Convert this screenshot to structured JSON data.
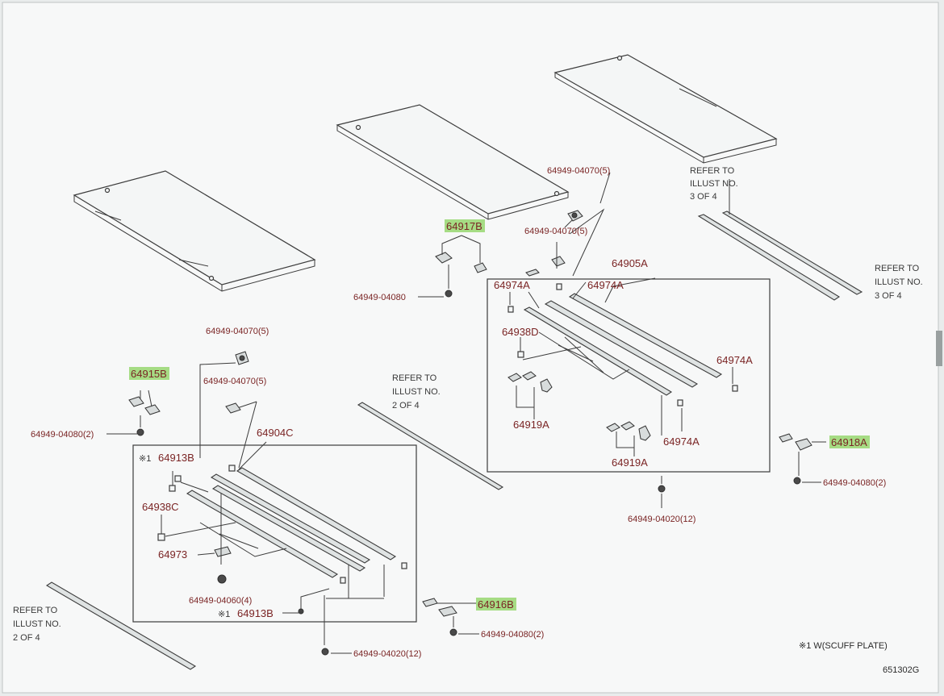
{
  "parts": {
    "bolt_top_right": "64949-04070(5)",
    "bolt_top_right_2": "64949-04070(5)",
    "clip_64917B": "64917B",
    "screw_top_mid": "64949-04080",
    "asm_64905A": "64905A",
    "p64974A_1": "64974A",
    "p64974A_2": "64974A",
    "p64974A_3": "64974A",
    "p64974A_4": "64974A",
    "p64938D": "64938D",
    "p64919A_1": "64919A",
    "p64919A_2": "64919A",
    "bolt_right_bottom": "64949-04020(12)",
    "clip_64918A": "64918A",
    "screw_right": "64949-04080(2)",
    "bolt_left_top": "64949-04070(5)",
    "bolt_left_top_2": "64949-04070(5)",
    "clip_64915B": "64915B",
    "screw_left": "64949-04080(2)",
    "asm_64904C": "64904C",
    "p64913B_1": "64913B",
    "p64913B_2": "64913B",
    "note_mark_1": "※1",
    "note_mark_2": "※1",
    "p64938C": "64938C",
    "p64973": "64973",
    "bolt_64060": "64949-04060(4)",
    "bolt_left_bottom": "64949-04020(12)",
    "clip_64916B": "64916B",
    "screw_bottom_mid": "64949-04080(2)"
  },
  "references": {
    "ref_top_right_a": [
      "REFER TO",
      "ILLUST NO.",
      "3 OF 4"
    ],
    "ref_right": [
      "REFER TO",
      "ILLUST NO.",
      "3 OF 4"
    ],
    "ref_mid": [
      "REFER TO",
      "ILLUST NO.",
      "2 OF 4"
    ],
    "ref_bottom_left": [
      "REFER TO",
      "ILLUST NO.",
      "2 OF 4"
    ]
  },
  "footnote": "※1 W(SCUFF PLATE)",
  "figure_code": "651302G",
  "colors": {
    "label": "#7a2424",
    "highlight": "#a6dc84",
    "line": "#3c3c3c"
  }
}
